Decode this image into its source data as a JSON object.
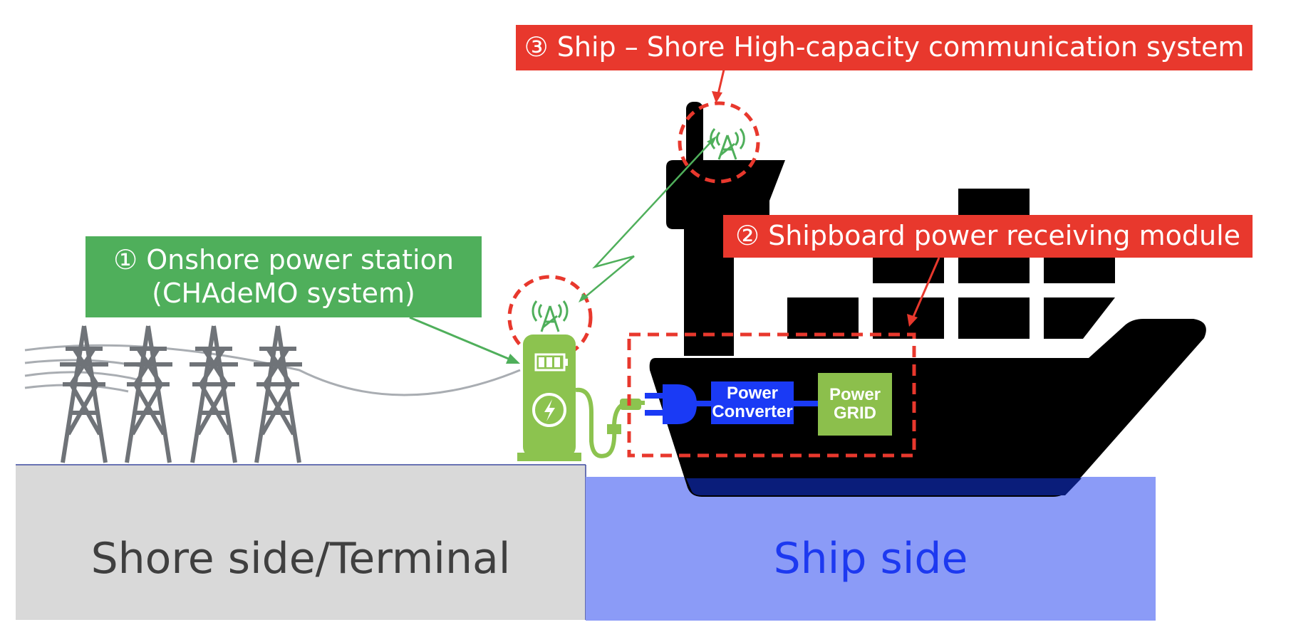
{
  "zones": {
    "shore": "Shore side/Terminal",
    "ship": "Ship side"
  },
  "callouts": {
    "onshore_line1": "① Onshore power station",
    "onshore_line2": "(CHAdeMO system)",
    "shipboard": "② Shipboard power receiving module",
    "communication": "③ Ship – Shore High-capacity communication system"
  },
  "modules": {
    "converter_line1": "Power",
    "converter_line2": "Converter",
    "grid_line1": "Power",
    "grid_line2": "GRID"
  },
  "colors": {
    "onshore_green": "#4faf5b",
    "callout_red": "#e8382d",
    "shore_gray": "#d9d9d9",
    "sea_blue": "#8b9bf7",
    "ship_text_blue": "#1d39f0",
    "converter_blue": "#1a3af5",
    "grid_green": "#8cbf4c",
    "charger_green": "#8cc34f",
    "pylon_gray": "#6f7378"
  }
}
